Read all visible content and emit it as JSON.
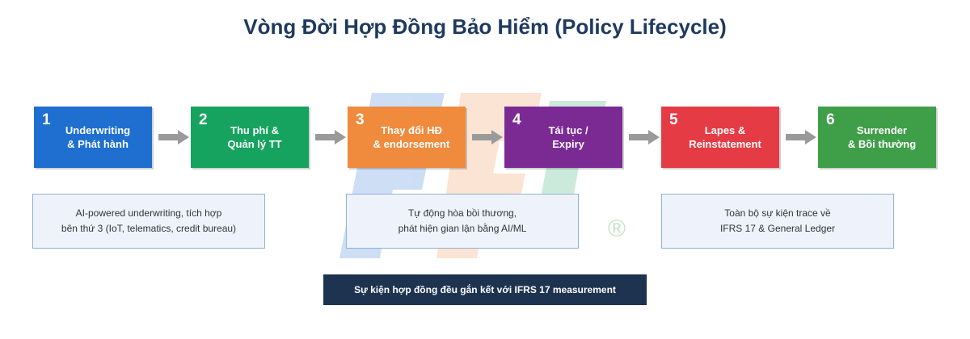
{
  "title": "Vòng Đời Hợp Đồng Bảo Hiểm (Policy Lifecycle)",
  "steps": [
    {
      "num": "1",
      "label": "Underwriting\n& Phát hành",
      "color": "#1e6fd0"
    },
    {
      "num": "2",
      "label": "Thu phí &\nQuản lý TT",
      "color": "#16a35f"
    },
    {
      "num": "3",
      "label": "Thay đổi HĐ\n& endorsement",
      "color": "#f08a3c"
    },
    {
      "num": "4",
      "label": "Tái tục /\nExpiry",
      "color": "#7b2a93"
    },
    {
      "num": "5",
      "label": "Lapes &\nReinstatement",
      "color": "#e53b45"
    },
    {
      "num": "6",
      "label": "Surrender\n& Bồi thường",
      "color": "#3f9e48"
    }
  ],
  "notes": [
    "AI-powered underwriting, tích hợp\nbên thứ 3 (IoT, telematics, credit bureau)",
    "Tự động hòa bồi thương,\nphát hiện gian lận bằng AI/ML",
    "Toàn bộ sự kiện trace về\nIFRS 17 & General Ledger"
  ],
  "banner": "Sự kiện hợp đồng đều gắn kết với IFRS 17 measurement",
  "watermark": {
    "registered_mark": "®"
  }
}
